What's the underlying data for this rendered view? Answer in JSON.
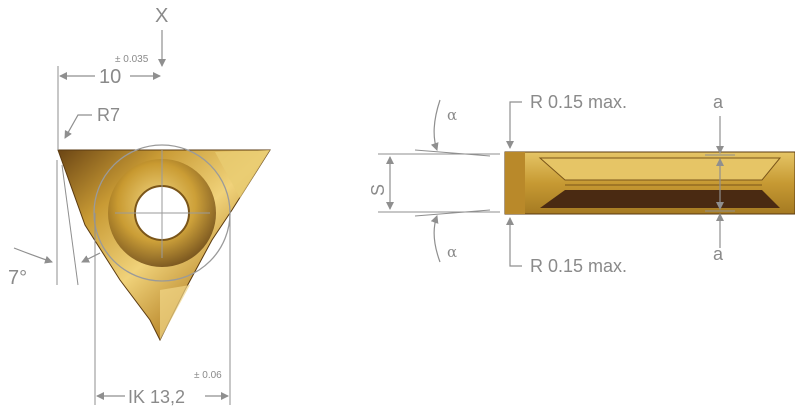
{
  "front_view": {
    "axis_label": "X",
    "width_tolerance": "± 0.035",
    "width_value": "10",
    "radius_label": "R7",
    "angle_label": "7°",
    "ik_tolerance": "± 0.06",
    "ik_label": "IK 13,2"
  },
  "side_view": {
    "angle_top": "α",
    "angle_bottom": "α",
    "radius_top": "R 0.15 max.",
    "radius_bottom": "R 0.15 max.",
    "dim_s": "S",
    "dim_a_top": "a",
    "dim_a_bottom": "a"
  },
  "colors": {
    "dimension_line": "#8f8f8f",
    "insert_gold": "#c49a2c",
    "insert_dark": "#4a2a12"
  }
}
